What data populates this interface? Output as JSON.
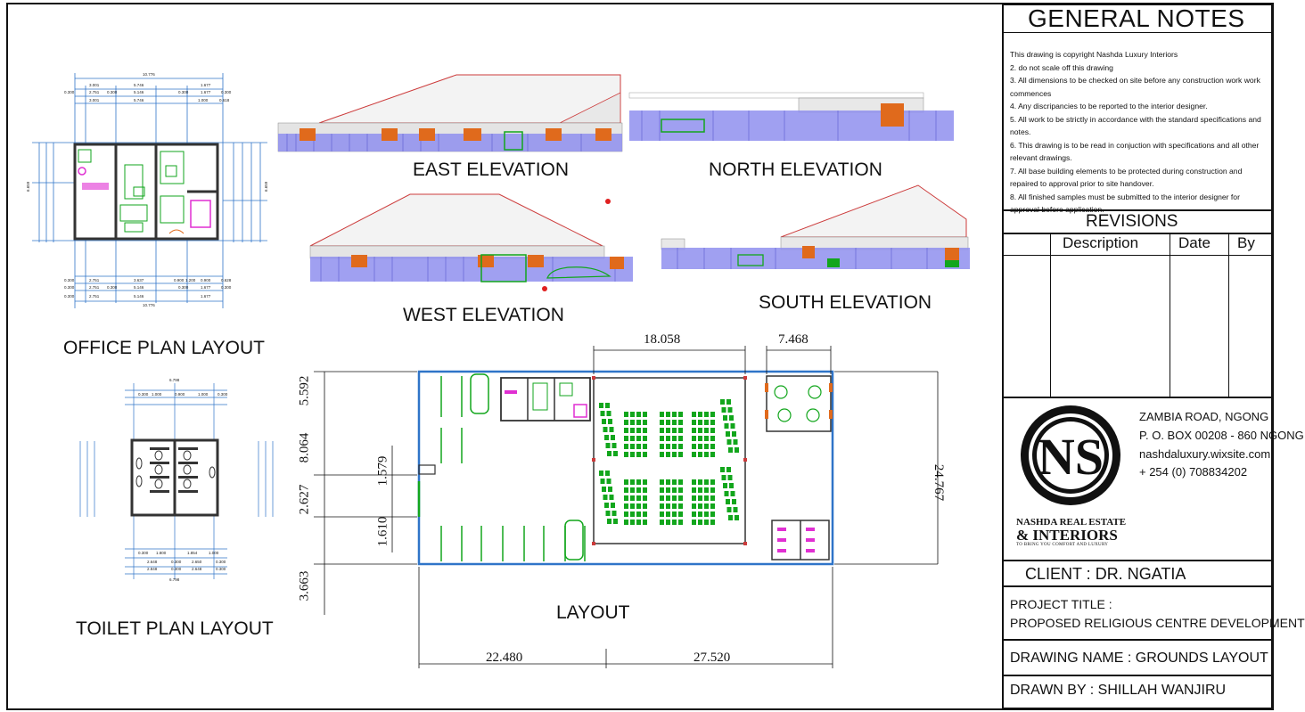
{
  "notes": {
    "heading": "GENERAL NOTES",
    "items": [
      "This drawing is copyright Nashda Luxury Interiors",
      "2. do not scale off this drawing",
      "3. All dimensions to be checked on site before any construction work work commences",
      "4.  Any discripancies to be reported to the interior designer.",
      "5. All work to be strictly in accordance with the standard specifications and notes.",
      "6. This drawing is to be read in conjuction with specifications and all other relevant drawings.",
      "7. All base building elements to be protected during construction and repaired to approval prior to site handover.",
      "8. All finished samples must be submitted to the interior designer for approval before application."
    ]
  },
  "revisions": {
    "heading": "REVISIONS",
    "col_description": "Description",
    "col_date": "Date",
    "col_by": "By"
  },
  "company": {
    "logo_letters": "NS",
    "name_line1": "NASHDA REAL ESTATE",
    "name_line2": "& INTERIORS",
    "tagline": "TO BRING YOU COMFORT AND LUXURY",
    "address": "ZAMBIA ROAD, NGONG",
    "po_box": "P. O. BOX 00208 - 860 NGONG",
    "website": "nashdaluxury.wixsite.com",
    "phone": "+ 254 (0) 708834202"
  },
  "client": "CLIENT : DR. NGATIA",
  "project_title_label": "PROJECT TITLE :",
  "project_title": "PROPOSED RELIGIOUS CENTRE DEVELOPMENT",
  "drawing_name": "DRAWING NAME : GROUNDS LAYOUT",
  "drawn_by": "DRAWN BY : SHILLAH WANJIRU",
  "views": {
    "east": "EAST ELEVATION",
    "north": "NORTH ELEVATION",
    "west": "WEST ELEVATION",
    "south": "SOUTH ELEVATION",
    "office": "OFFICE PLAN LAYOUT",
    "toilet": "TOILET PLAN LAYOUT",
    "layout": "LAYOUT"
  },
  "layout_dims": {
    "top_church": "18.058",
    "top_pavilion": "7.468",
    "left_1": "5.592",
    "left_2": "8.064",
    "left_3": "1.579",
    "left_4": "2.627",
    "left_5": "1.610",
    "left_6": "3.663",
    "right": "24.767",
    "bottom_left": "22.480",
    "bottom_right": "27.520"
  },
  "office_dims": {
    "overall": "10.776",
    "row_a": [
      "3.001",
      "5.746",
      "1.677"
    ],
    "row_b": [
      "0.300",
      "2.751",
      "0.300",
      "5.146",
      "0.300",
      "1.677",
      "0.300"
    ],
    "row_c": [
      "3.001",
      "5.746",
      "1.000",
      "0.618"
    ],
    "side_overall": "6.659",
    "bottom_a": [
      "0.300",
      "2.751",
      "3.637",
      "0.900",
      "1.200",
      "0.900",
      "0.628"
    ],
    "bottom_b": [
      "0.300",
      "2.751",
      "0.300",
      "5.146",
      "0.300",
      "1.677",
      "0.300"
    ],
    "bottom_c": [
      "0.300",
      "2.751",
      "5.146",
      "1.677"
    ]
  },
  "toilet_dims": {
    "overall": "6.798",
    "row_a": [
      "0.300",
      "1.000",
      "0.900",
      "1.000",
      "0.300"
    ],
    "bottom_a": [
      "0.300",
      "1.800",
      "1.854",
      "1.000"
    ],
    "bottom_b": [
      "2.648",
      "0.300",
      "2.650",
      "0.300"
    ],
    "bottom_c": [
      "2.848",
      "0.300",
      "2.648",
      "0.300"
    ]
  },
  "colors": {
    "fence": "#8f8fef",
    "roof": "#cc3b3b",
    "window": "#e06a1c",
    "vegetation": "#12a61c",
    "dimension": "#2f74c8",
    "pink": "#e02fd2"
  }
}
